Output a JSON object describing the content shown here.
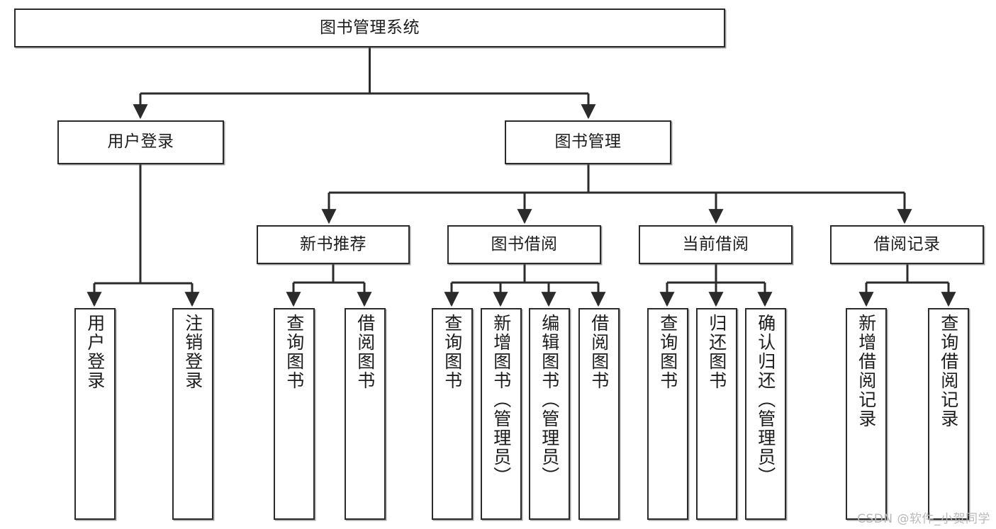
{
  "diagram": {
    "title": "图书管理系统",
    "type": "functional-structure-tree",
    "root": {
      "id": "root",
      "label": "图书管理系统"
    },
    "level2": [
      {
        "id": "user-login",
        "label": "用户登录"
      },
      {
        "id": "book-management",
        "label": "图书管理"
      }
    ],
    "level3": [
      {
        "id": "new-book-recommend",
        "label": "新书推荐",
        "parent": "book-management"
      },
      {
        "id": "book-borrow",
        "label": "图书借阅",
        "parent": "book-management"
      },
      {
        "id": "current-borrow",
        "label": "当前借阅",
        "parent": "book-management"
      },
      {
        "id": "borrow-record",
        "label": "借阅记录",
        "parent": "book-management"
      }
    ],
    "leaves": [
      {
        "id": "leaf-user-login",
        "label": "用户登录",
        "parent": "user-login"
      },
      {
        "id": "leaf-logout-login",
        "label": "注销登录",
        "parent": "user-login"
      },
      {
        "id": "leaf-query-book-1",
        "label": "查询图书",
        "parent": "new-book-recommend"
      },
      {
        "id": "leaf-borrow-book-1",
        "label": "借阅图书",
        "parent": "new-book-recommend"
      },
      {
        "id": "leaf-query-book-2",
        "label": "查询图书",
        "parent": "book-borrow"
      },
      {
        "id": "leaf-add-book",
        "label": "新增图书（管理员）",
        "parent": "book-borrow"
      },
      {
        "id": "leaf-edit-book",
        "label": "编辑图书（管理员）",
        "parent": "book-borrow"
      },
      {
        "id": "leaf-borrow-book-2",
        "label": "借阅图书",
        "parent": "book-borrow"
      },
      {
        "id": "leaf-query-book-3",
        "label": "查询图书",
        "parent": "current-borrow"
      },
      {
        "id": "leaf-return-book",
        "label": "归还图书",
        "parent": "current-borrow"
      },
      {
        "id": "leaf-confirm-return",
        "label": "确认归还（管理员）",
        "parent": "current-borrow"
      },
      {
        "id": "leaf-add-borrow-record",
        "label": "新增借阅记录",
        "parent": "borrow-record"
      },
      {
        "id": "leaf-query-borrow-record",
        "label": "查询借阅记录",
        "parent": "borrow-record"
      }
    ],
    "colors": {
      "box_border": "#2b2b2b",
      "box_fill": "#ffffff",
      "edge": "#2b2b2b",
      "text": "#1c1c1c",
      "watermark": "#b9b9b9",
      "background": "#ffffff"
    }
  },
  "watermark": {
    "text": "CSDN @软件_小贺同学"
  }
}
